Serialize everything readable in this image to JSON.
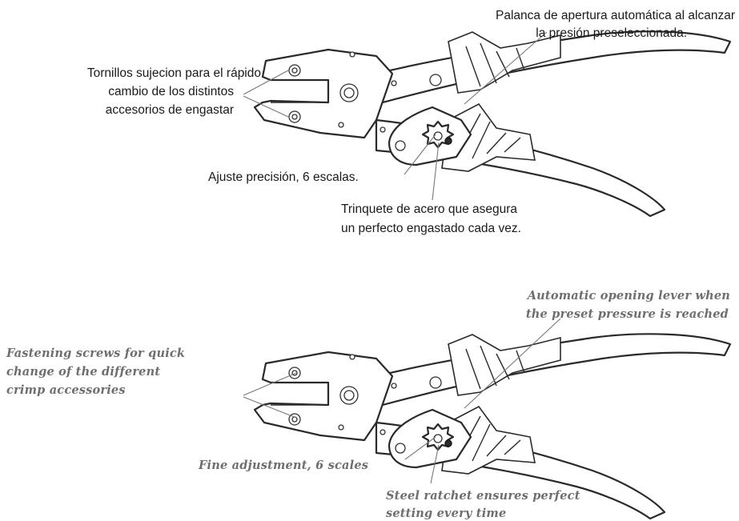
{
  "top_labels": {
    "lever_line1": "Palanca de apertura automática al alcanzar",
    "lever_line2": "la presión preseleccionada.",
    "screws_line1": "Tornillos sujecion para el rápido",
    "screws_line2": "cambio de los distintos",
    "screws_line3": "accesorios de engastar",
    "adjust": "Ajuste precisión, 6 escalas.",
    "ratchet_line1": "Trinquete de acero que asegura",
    "ratchet_line2": "un perfecto engastado cada vez."
  },
  "bottom_labels": {
    "lever_line1": "Automatic opening lever when",
    "lever_line2": "the preset pressure is reached",
    "screws_line1": "Fastening screws for quick",
    "screws_line2": "change of the different",
    "screws_line3": "crimp accessories",
    "adjust": "Fine adjustment, 6 scales",
    "ratchet_line1": "Steel ratchet ensures perfect",
    "ratchet_line2": "setting every time"
  }
}
